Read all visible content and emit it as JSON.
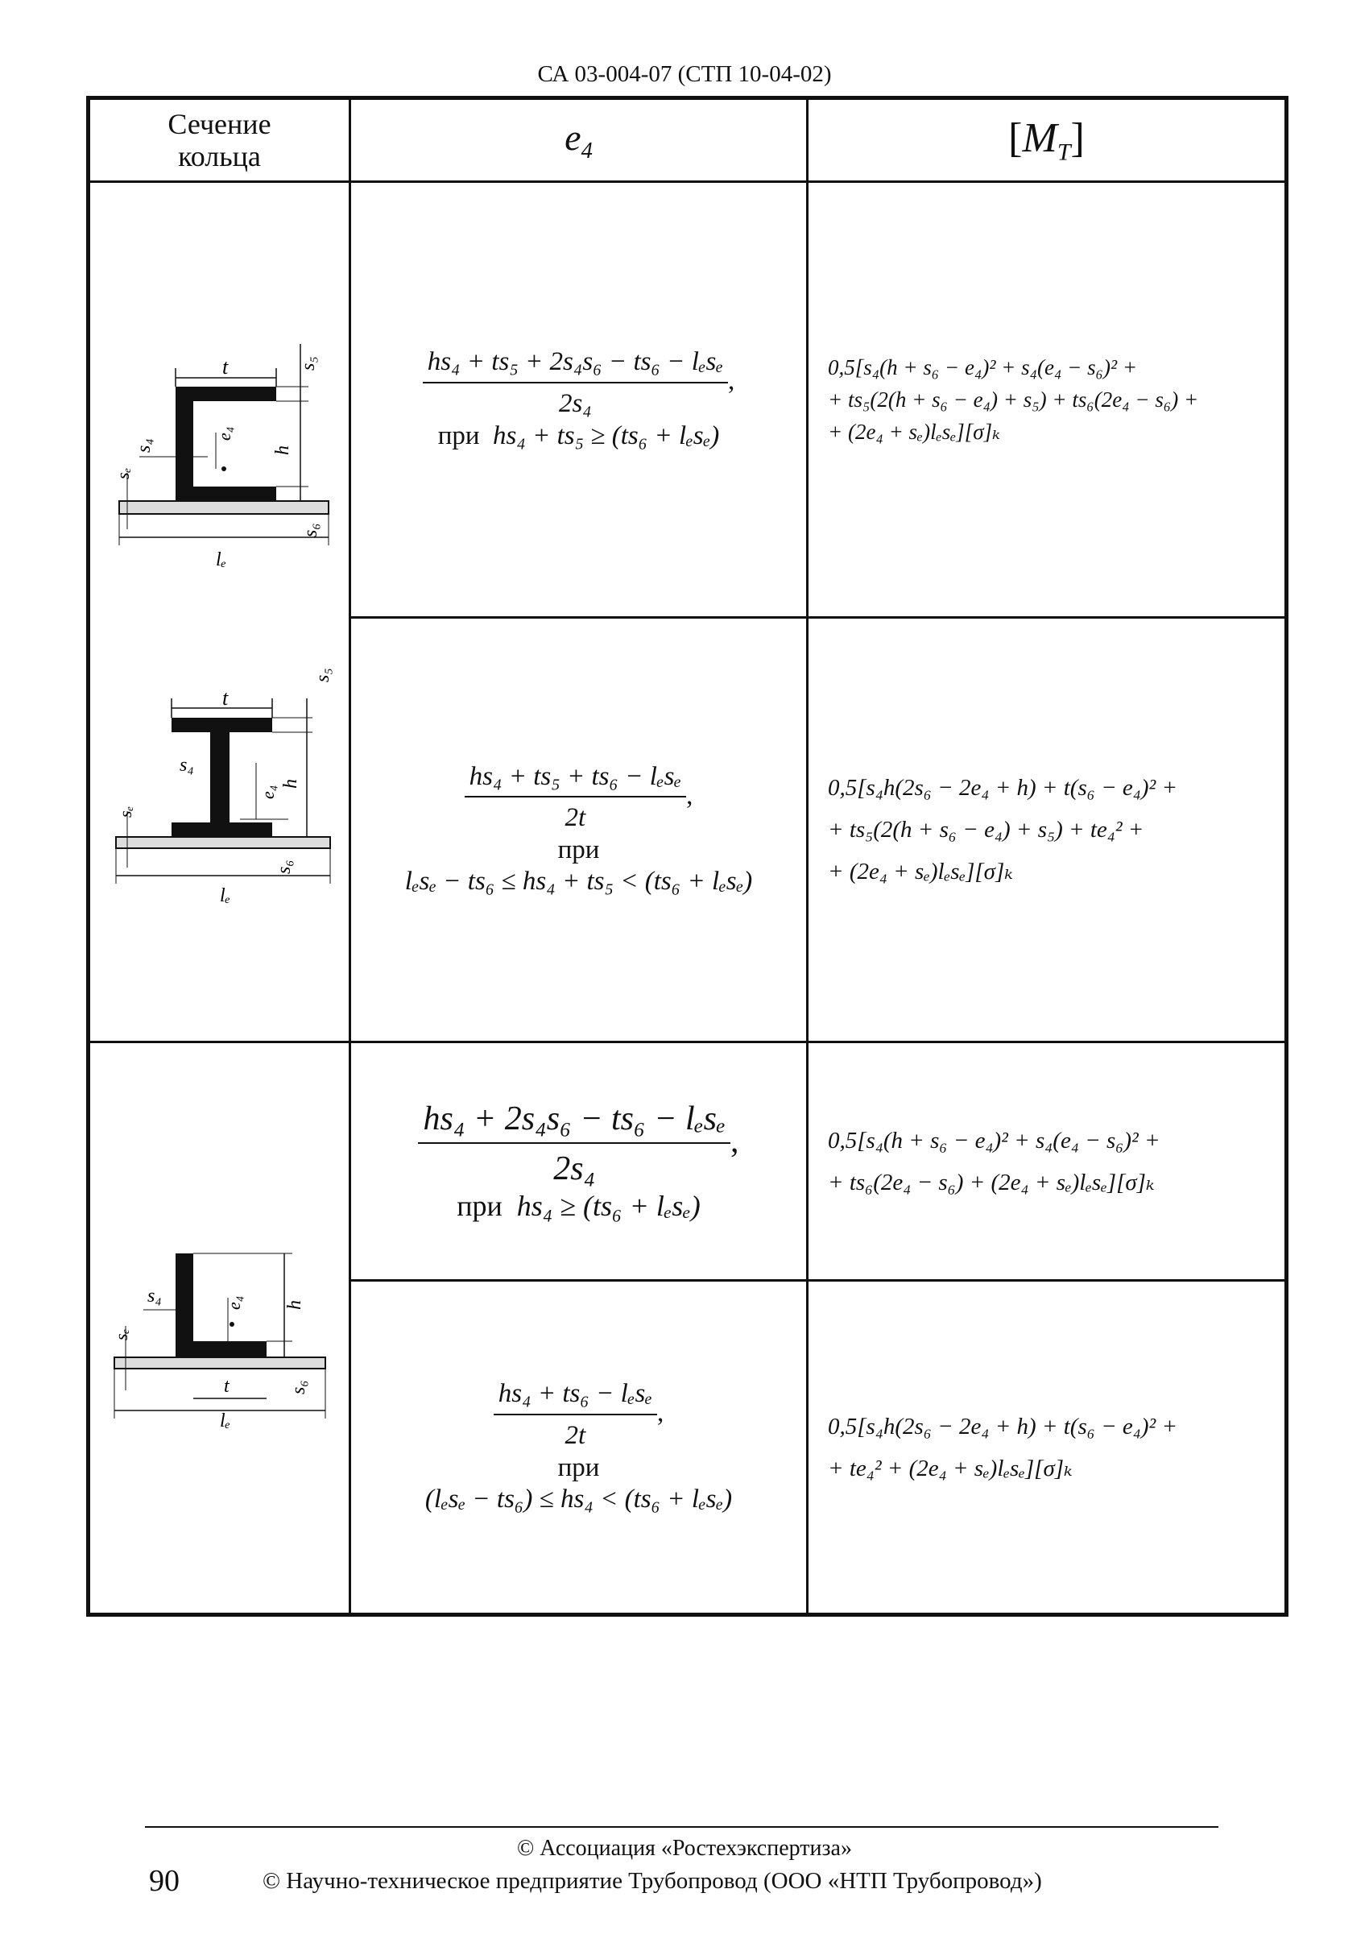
{
  "header": {
    "doc_code": "СА 03-004-07 (СТП 10-04-02)"
  },
  "table": {
    "col1_header_line1": "Сечение",
    "col1_header_line2": "кольца",
    "col2_header_var": "e",
    "col2_header_sub": "4",
    "col3_header_var": "M",
    "col3_header_sub": "T",
    "row1": {
      "e4_frac_num": "hs₄ + ts₅ + 2s₄s₆ − ts₆ − lₑsₑ",
      "e4_frac_den": "2s₄",
      "e4_cond_word": "при",
      "e4_cond": "hs₄ + ts₅ ≥ (ts₆ + lₑsₑ)",
      "mt_line1": "0,5[s₄(h + s₆ − e₄)² + s₄(e₄ − s₆)² +",
      "mt_line2": "+ ts₅(2(h + s₆ − e₄) + s₅) + ts₆(2e₄ − s₆) +",
      "mt_line3": "+ (2e₄ + sₑ)lₑsₑ][σ]ₖ"
    },
    "row2": {
      "e4_frac_num": "hs₄ + ts₅ + ts₆ − lₑsₑ",
      "e4_frac_den": "2t",
      "e4_cond_word": "при",
      "e4_cond": "lₑsₑ − ts₆ ≤ hs₄ + ts₅ < (ts₆ + lₑsₑ)",
      "mt_line1": "0,5[s₄h(2s₆ − 2e₄ + h) + t(s₆ − e₄)² +",
      "mt_line2": "+ ts₅(2(h + s₆ − e₄) + s₅) + te₄² +",
      "mt_line3": "+ (2e₄ + sₑ)lₑsₑ][σ]ₖ"
    },
    "row3": {
      "e4_frac_num": "hs₄ + 2s₄s₆ − ts₆ − lₑsₑ",
      "e4_frac_den": "2s₄",
      "e4_cond_word": "при",
      "e4_cond": "hs₄ ≥ (ts₆ + lₑsₑ)",
      "mt_line1": "0,5[s₄(h + s₆ − e₄)² + s₄(e₄ − s₆)² +",
      "mt_line2": "+ ts₆(2e₄ − s₆) + (2e₄ + sₑ)lₑsₑ][σ]ₖ"
    },
    "row4": {
      "e4_frac_num": "hs₄ + ts₆ − lₑsₑ",
      "e4_frac_den": "2t",
      "e4_cond_word": "при",
      "e4_cond": "(lₑsₑ − ts₆) ≤ hs₄ < (ts₆ + lₑsₑ)",
      "mt_line1": "0,5[s₄h(2s₆ − 2e₄ + h) + t(s₆ − e₄)² +",
      "mt_line2": "+ te₄² + (2e₄ + sₑ)lₑsₑ][σ]ₖ"
    }
  },
  "drawing_labels": {
    "t": "t",
    "s4": "s₄",
    "s5": "s₅",
    "s6": "s₆",
    "se": "sₑ",
    "e4": "e₄",
    "h": "h",
    "le": "lₑ"
  },
  "footer": {
    "copyright1": "© Ассоциация «Ростехэкспертиза»",
    "page_number": "90",
    "copyright2": "© Научно-техническое предприятие Трубопровод (ООО «НТП Трубопровод»)"
  }
}
